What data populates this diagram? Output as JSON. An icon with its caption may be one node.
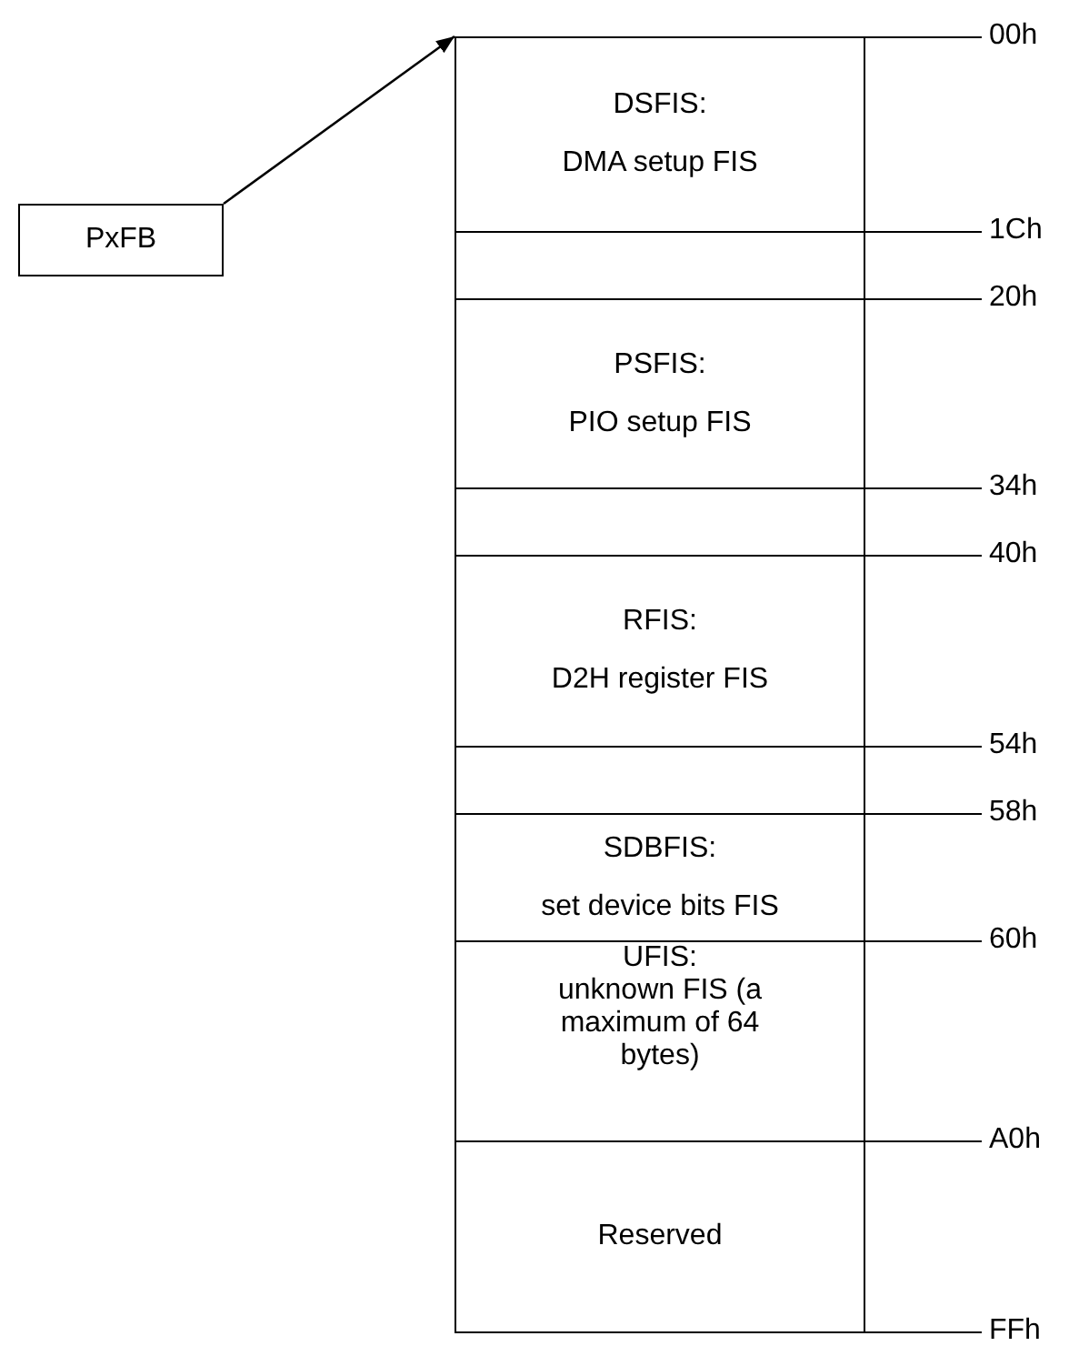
{
  "diagram": {
    "nodes": [
      {
        "text": [
          "PxFB"
        ]
      },
      {
        "text": [
          "DSFIS:",
          "DMA setup FIS"
        ]
      },
      {
        "text": [],
        "shape": "box"
      },
      {
        "text": [
          "PSFIS:",
          "PIO setup FIS"
        ]
      },
      {
        "text": [],
        "shape": "box"
      },
      {
        "text": [
          "RFIS:",
          "D2H register FIS"
        ]
      },
      {
        "text": [],
        "shape": "box"
      },
      {
        "text": [
          "SDBFIS:",
          "set device bits FIS"
        ]
      },
      {
        "text": [
          "UFIS:",
          "unknown FIS (a maximum of 64 bytes)"
        ]
      },
      {
        "text": [
          "Reserved"
        ]
      }
    ],
    "edges": [
      {
        "from": 0,
        "to": 1,
        "arrow": "to"
      }
    ],
    "labels": [
      "00h",
      "1Ch",
      "20h",
      "34h",
      "40h",
      "54h",
      "58h",
      "60h",
      "A0h",
      "FFh"
    ]
  }
}
